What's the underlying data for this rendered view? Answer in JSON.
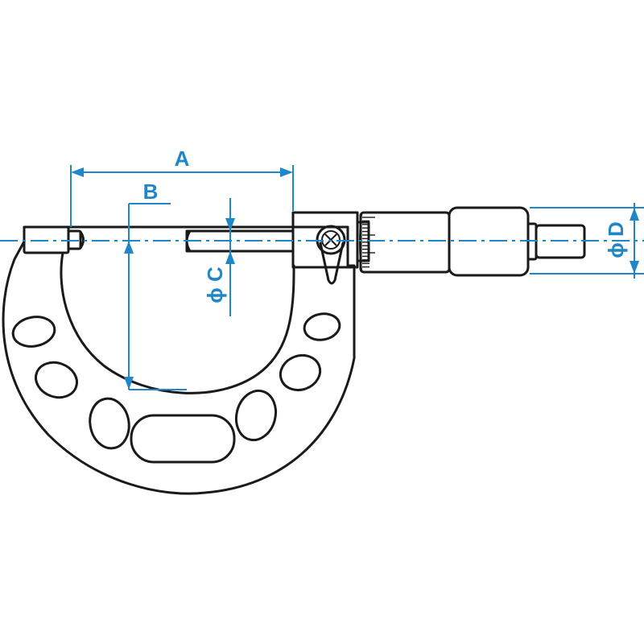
{
  "labels": {
    "a": "A",
    "b": "B",
    "c": "ϕ C",
    "d": "ϕ D"
  },
  "colors": {
    "outline": "#1a1a1a",
    "dimension": "#1f86c8",
    "background": "#ffffff"
  }
}
